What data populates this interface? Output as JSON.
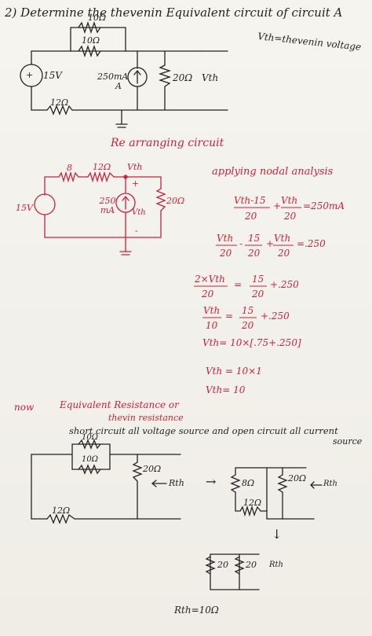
{
  "colors": {
    "ink": "#222222",
    "red": "#c8233a",
    "paper": "#f3f1ec"
  },
  "heading": "2) Determine the thevenin Equivalent circuit of circuit A",
  "vth_note": "Vth=thevenin voltage",
  "circuit1": {
    "r_top": "10Ω",
    "r_mid": "10Ω",
    "source": "15V",
    "current_source": "250mA",
    "label_a": "A",
    "r_right": "20Ω",
    "vth": "Vth",
    "r_bottom": "12Ω"
  },
  "rearrange_title": "Re arranging circuit",
  "circuit2": {
    "r1": "8",
    "r2": "12Ω",
    "vth_top": "Vth",
    "source": "15V",
    "current_source": "250 mA",
    "vth_mid": "Vth",
    "r_right": "20Ω",
    "plus": "+",
    "minus": "-"
  },
  "analysis": {
    "title": "applying nodal analysis",
    "eq1_n1": "Vth-15",
    "eq1_d1": "20",
    "eq1_op": "+",
    "eq1_n2": "Vth",
    "eq1_d2": "20",
    "eq1_rhs": "=250mA",
    "eq2_n1": "Vth",
    "eq2_d1": "20",
    "eq2_op1": "-",
    "eq2_n2": "15",
    "eq2_d2": "20",
    "eq2_op2": "+",
    "eq2_n3": "Vth",
    "eq2_d3": "20",
    "eq2_rhs": "=.250",
    "eq3_lhs_n": "2×Vth",
    "eq3_lhs_d": "20",
    "eq3_eq": "=",
    "eq3_n": "15",
    "eq3_d": "20",
    "eq3_rhs": "+.250",
    "eq4_lhs_n": "Vth",
    "eq4_lhs_d": "10",
    "eq4_eq": "=",
    "eq4_n": "15",
    "eq4_d": "20",
    "eq4_rhs": "+.250",
    "eq5": "Vth= 10×[.75+.250]",
    "eq6": "Vth = 10×1",
    "eq7": "Vth= 10"
  },
  "resistance": {
    "now": "now",
    "line1": "Equivalent Resistance or",
    "line2": "thevin resistance",
    "line3": "short circuit all voltage source and open circuit all current",
    "line3b": "source"
  },
  "circuit3": {
    "r_top": "10Ω",
    "r_mid": "10Ω",
    "r_right": "20Ω",
    "rth": "Rth",
    "r_bottom": "12Ω"
  },
  "circuit4": {
    "r_left": "8Ω",
    "r_right": "20Ω",
    "rth": "Rth",
    "r_bottom": "12Ω",
    "arrow": "→"
  },
  "circuit5": {
    "r_left": "20",
    "r_right": "20",
    "rth": "Rth",
    "arrow": "↓"
  },
  "result": "Rth=10Ω"
}
